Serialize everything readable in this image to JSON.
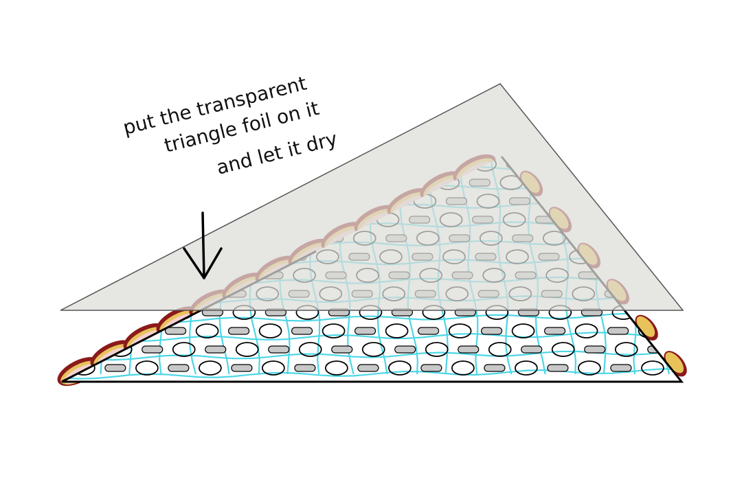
{
  "caption": {
    "lines": [
      "put the transparent",
      "triangle foil on it",
      "and let it dry"
    ]
  },
  "colors": {
    "foil_fill": "#e6e6e3",
    "foil_stroke": "#555555",
    "grid_line": "#4dd6e6",
    "base_outline": "#000000",
    "hole_fill": "#c8c8c8",
    "ellipse_stroke": "#000000",
    "glue_outer": "#8b1a1a",
    "glue_mid": "#e8c35a",
    "glue_inner": "#f5d0d0",
    "arrow": "#000000"
  },
  "icons": {
    "arrow": "down-arrow-icon"
  }
}
